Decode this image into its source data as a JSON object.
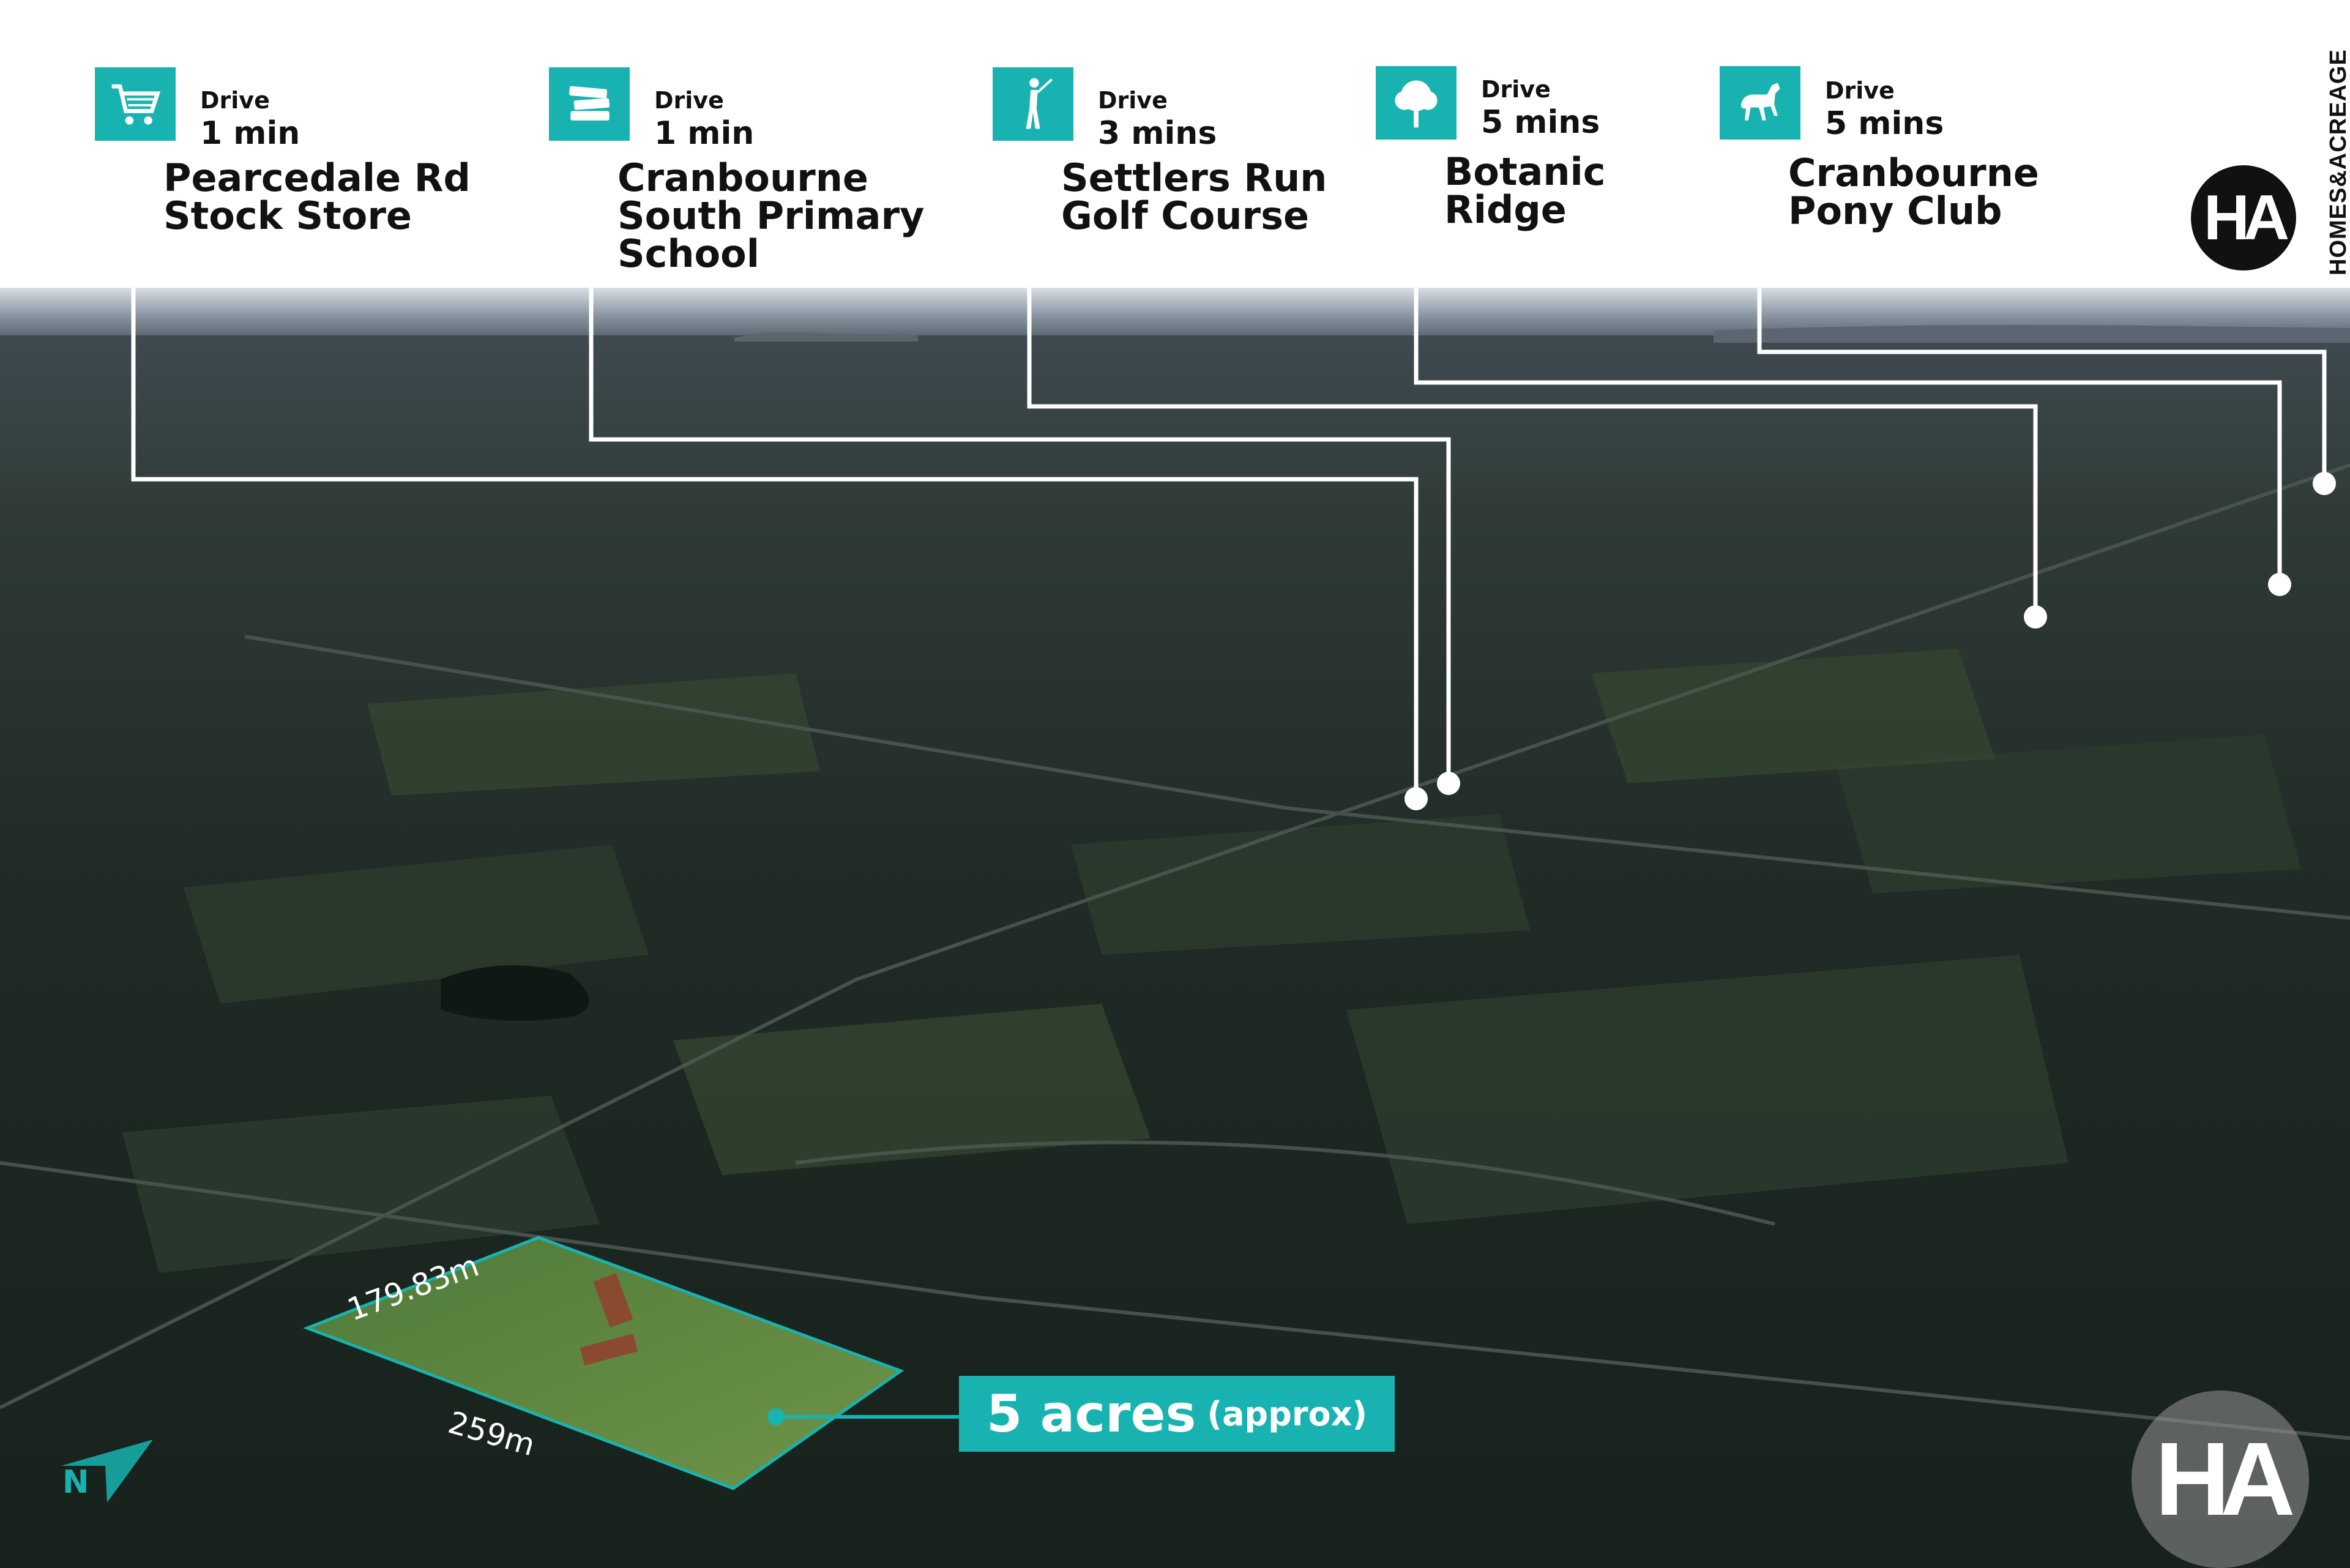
{
  "pois": [
    {
      "drive_label": "Drive",
      "drive_time": "1 min",
      "name_lines": [
        "Pearcedale Rd",
        "Stock Store"
      ],
      "icon": "shopping-cart-icon"
    },
    {
      "drive_label": "Drive",
      "drive_time": "1 min",
      "name_lines": [
        "Cranbourne",
        "South Primary",
        "School"
      ],
      "icon": "books-icon"
    },
    {
      "drive_label": "Drive",
      "drive_time": "3 mins",
      "name_lines": [
        "Settlers Run",
        "Golf Course"
      ],
      "icon": "golfer-icon"
    },
    {
      "drive_label": "Drive",
      "drive_time": "5 mins",
      "name_lines": [
        "Botanic",
        "Ridge"
      ],
      "icon": "tree-icon"
    },
    {
      "drive_label": "Drive",
      "drive_time": "5 mins",
      "name_lines": [
        "Cranbourne",
        "Pony Club"
      ],
      "icon": "horse-icon"
    }
  ],
  "brand": {
    "monogram": "HA",
    "wordmark": "HOMES&ACREAGE"
  },
  "property": {
    "area_main": "5 acres",
    "area_qualifier": "(approx)",
    "side_a": "179.83m",
    "side_b": "259m"
  },
  "compass": {
    "label": "N"
  },
  "colors": {
    "accent": "#18b3b0",
    "header_bg": "#ffffff",
    "text_dark": "#111111",
    "leader_line": "#ffffff"
  }
}
